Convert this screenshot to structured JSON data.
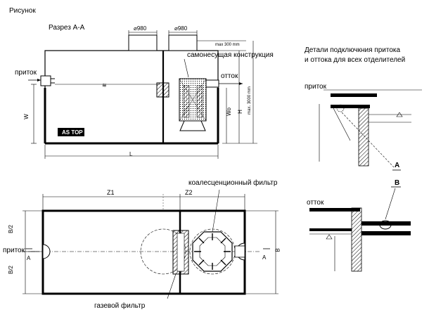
{
  "figure": {
    "title": "Рисунок",
    "section_label": "Разрез А-А",
    "details_title_line1": "Детали подключкния притока",
    "details_title_line2": "и оттока для всех отделителей"
  },
  "section_view": {
    "manhole_1": "⌀980",
    "manhole_2": "⌀980",
    "max_300": "max 300 mm",
    "self_supporting": "самонесущая конструкция",
    "inflow": "приток",
    "outflow": "отток",
    "dim_w": "W",
    "dim_wo": "Wo",
    "dim_h": "H",
    "dim_max": "max. 3000 mm",
    "dim_l": "L",
    "brand": "AS TOP"
  },
  "plan_view": {
    "dim_z1": "Z1",
    "dim_z2": "Z2",
    "dim_b_half_top": "B/2",
    "dim_b_half_bottom": "B/2",
    "dim_b": "B",
    "inflow": "приток",
    "section_a_left": "A",
    "section_a_right": "A",
    "coalescing_filter": "коалесценционный фильтр",
    "gas_filter": "газевой фильтр"
  },
  "details": {
    "inflow": "приток",
    "outflow": "отток",
    "detail_a": "A",
    "detail_b": "B"
  }
}
